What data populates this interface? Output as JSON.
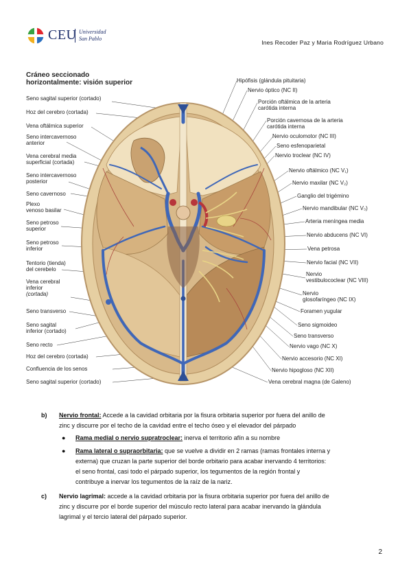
{
  "header": {
    "brand": "CEU",
    "university_line1": "Universidad",
    "university_line2": "San Pablo",
    "authors": "Ines Recoder Paz  y  Maria Rodríguez Urbano"
  },
  "figure": {
    "title_line1": "Cráneo seccionado",
    "title_line2": "horizontalmente: visión superior",
    "labels_left": [
      "Seno sagital superior (cortado)",
      "Hoz del cerebro (cortada)",
      "Vena oftálmica superior",
      "Seno intercavernoso",
      "anterior",
      "Vena cerebral media",
      "superficial (cortada)",
      "Seno intercavernoso",
      "posterior",
      "Seno cavernoso",
      "Plexo",
      "venoso basilar",
      "Seno petroso",
      "superior",
      "Seno petroso",
      "inferior",
      "Tentorio (tienda)",
      "del cerebelo",
      "Vena cerebral",
      "inferior",
      "(cortada)",
      "Seno transverso",
      "Seno sagital",
      "inferior (cortado)",
      "Seno recto",
      "Hoz del cerebro (cortada)",
      "Confluencia de los senos",
      "Seno sagital superior (cortado)"
    ],
    "labels_right": [
      "Hipófisis (glándula pituitaria)",
      "Nervio óptico (NC II)",
      "Porción oftálmica de la arteria",
      "carótida interna",
      "Porción cavernosa de la arteria",
      "carótida interna",
      "Nervio oculomotor (NC III)",
      "Seno esfenoparietal",
      "Nervio troclear (NC IV)",
      "Nervio oftálmico (NC V₁)",
      "Nervio maxilar (NC V₂)",
      "Ganglio del trigémino",
      "Nervio mandibular (NC V₃)",
      "Arteria meníngea media",
      "Nervio abducens (NC VI)",
      "Vena petrosa",
      "Nervio facial (NC VII)",
      "Nervio",
      "vestibulococlear (NC VIII)",
      "Nervio",
      "glosofaríngeo (NC IX)",
      "Foramen yugular",
      "Seno sigmoideo",
      "Seno transverso",
      "Nervio vago (NC X)",
      "Nervio accesorio (NC XI)",
      "Nervio hipogloso (NC XII)",
      "Vena cerebral magna (de Galeno)"
    ]
  },
  "content": {
    "item_b": {
      "marker": "b)",
      "heading": "Nervio frontal:",
      "text_line1": " Accede a la cavidad orbitaria por la fisura orbitaria superior por fuera del anillo de",
      "text_line2": "zinc y discurre por el techo de la cavidad entre el techo óseo y el elevador del párpado",
      "sub1_heading": "Rama medial o nervio supratroclear:",
      "sub1_text": " inerva el territorio afín a su nombre",
      "sub2_heading": "Rama lateral o supraorbitaria:",
      "sub2_text_line1": " que se vuelve a dividir en 2 ramas (ramas frontales interna y",
      "sub2_text_line2": "externa) que cruzan la parte superior del borde orbitario para acabar inervando 4 territorios:",
      "sub2_text_line3": "el seno frontal, casi todo el párpado superior, los tegumentos de la región frontal y",
      "sub2_text_line4": "contribuye a inervar los tegumentos de la raíz de la nariz."
    },
    "item_c": {
      "marker": "c)",
      "heading": "Nervio lagrimal:",
      "text_line1": " accede a la cavidad orbitaria por la fisura orbitaria superior por fuera del anillo de",
      "text_line2": "zinc y discurre por el borde superior del músculo recto lateral para acabar inervando la glándula",
      "text_line3": "lagrimal y el tercio lateral del párpado superior."
    }
  },
  "footer": {
    "page_number": "2"
  },
  "colors": {
    "brand_blue": "#1e2f6b",
    "bone": "#e8d3a8",
    "dura": "#c9a77a",
    "sinus_blue": "#3f67b8",
    "artery_red": "#b7353b"
  }
}
